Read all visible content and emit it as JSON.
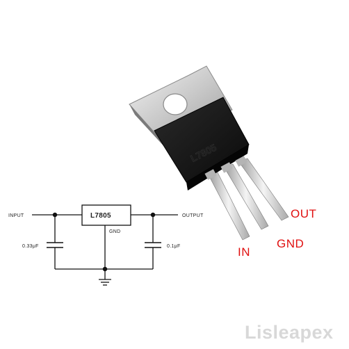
{
  "schematic": {
    "input_label": "INPUT",
    "output_label": "OUTPUT",
    "regulator_label": "L7805",
    "gnd_label": "GND",
    "input_cap_label": "0.33μF",
    "output_cap_label": "0.1μF"
  },
  "component": {
    "marking": "L7805",
    "pin_labels": {
      "in": "IN",
      "gnd": "GND",
      "out": "OUT"
    },
    "pin_label_color": "#e01010"
  },
  "brand": {
    "text": "Lisleapex"
  }
}
